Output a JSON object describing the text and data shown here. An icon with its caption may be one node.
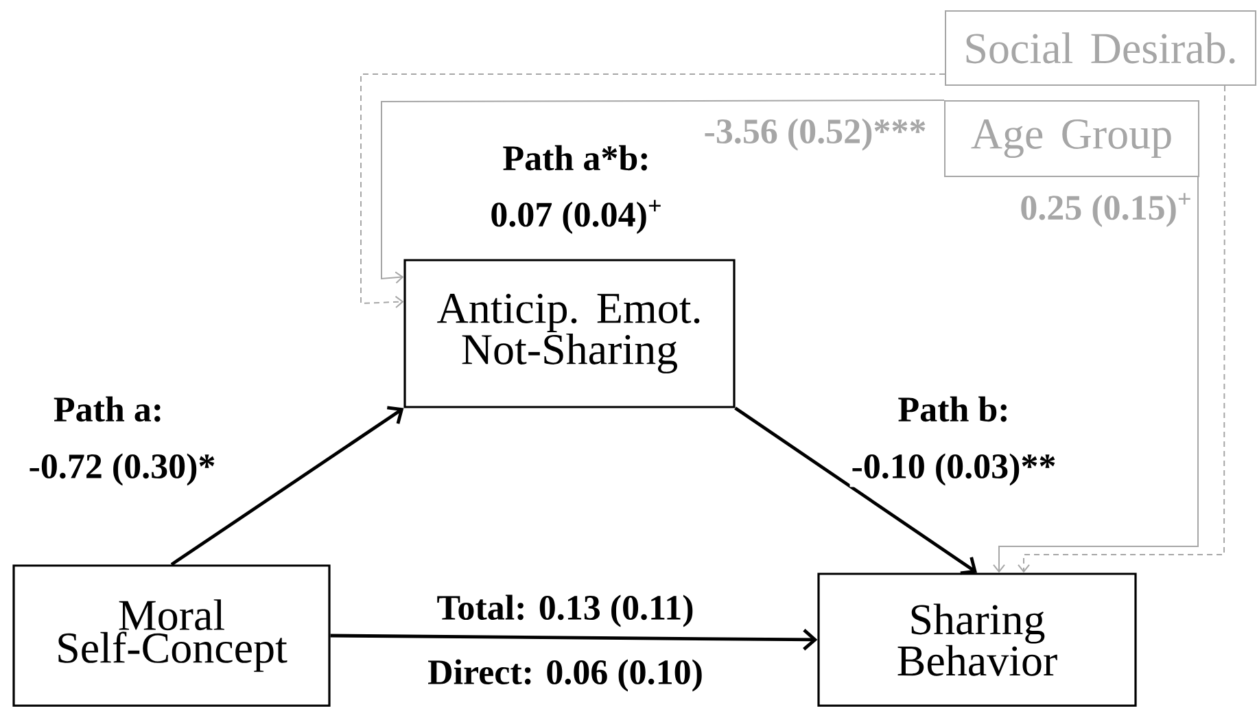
{
  "diagram": {
    "nodes": [
      {
        "text": [
          "Moral Self-Concept"
        ]
      },
      {
        "text": [
          "Anticip. Emot. Not-Sharing"
        ]
      },
      {
        "text": [
          "Sharing Behavior"
        ]
      },
      {
        "text": [
          "Social Desirab."
        ]
      },
      {
        "text": [
          "Age Group"
        ]
      }
    ],
    "edges": [
      {
        "from": 0,
        "to": 1,
        "arrow": "to",
        "color": "#000000",
        "label": "-0.72 (0.30)*"
      },
      {
        "from": 1,
        "to": 2,
        "arrow": "to",
        "color": "#000000",
        "label": "-0.10 (0.03)**"
      },
      {
        "from": 0,
        "to": 2,
        "arrow": "to",
        "color": "#000000",
        "label": "Total: 0.13 (0.11)"
      },
      {
        "from": 4,
        "to": 1,
        "arrow": "to",
        "color": "#a6a6a6",
        "label": "-3.56 (0.52)***"
      },
      {
        "from": 4,
        "to": 2,
        "arrow": "to",
        "color": "#a6a6a6",
        "label": "0.25 (0.15)$^{+}$"
      },
      {
        "from": 3,
        "to": 1,
        "arrow": "to",
        "style": "dashed",
        "color": "#a6a6a6"
      },
      {
        "from": 3,
        "to": 2,
        "arrow": "to",
        "style": "dashed",
        "color": "#a6a6a6"
      }
    ],
    "labels": [
      "Path a*b:",
      "0.07 (0.04)$^{+}$",
      "Path a:",
      "Path b:",
      "Direct: 0.06 (0.10)"
    ]
  }
}
